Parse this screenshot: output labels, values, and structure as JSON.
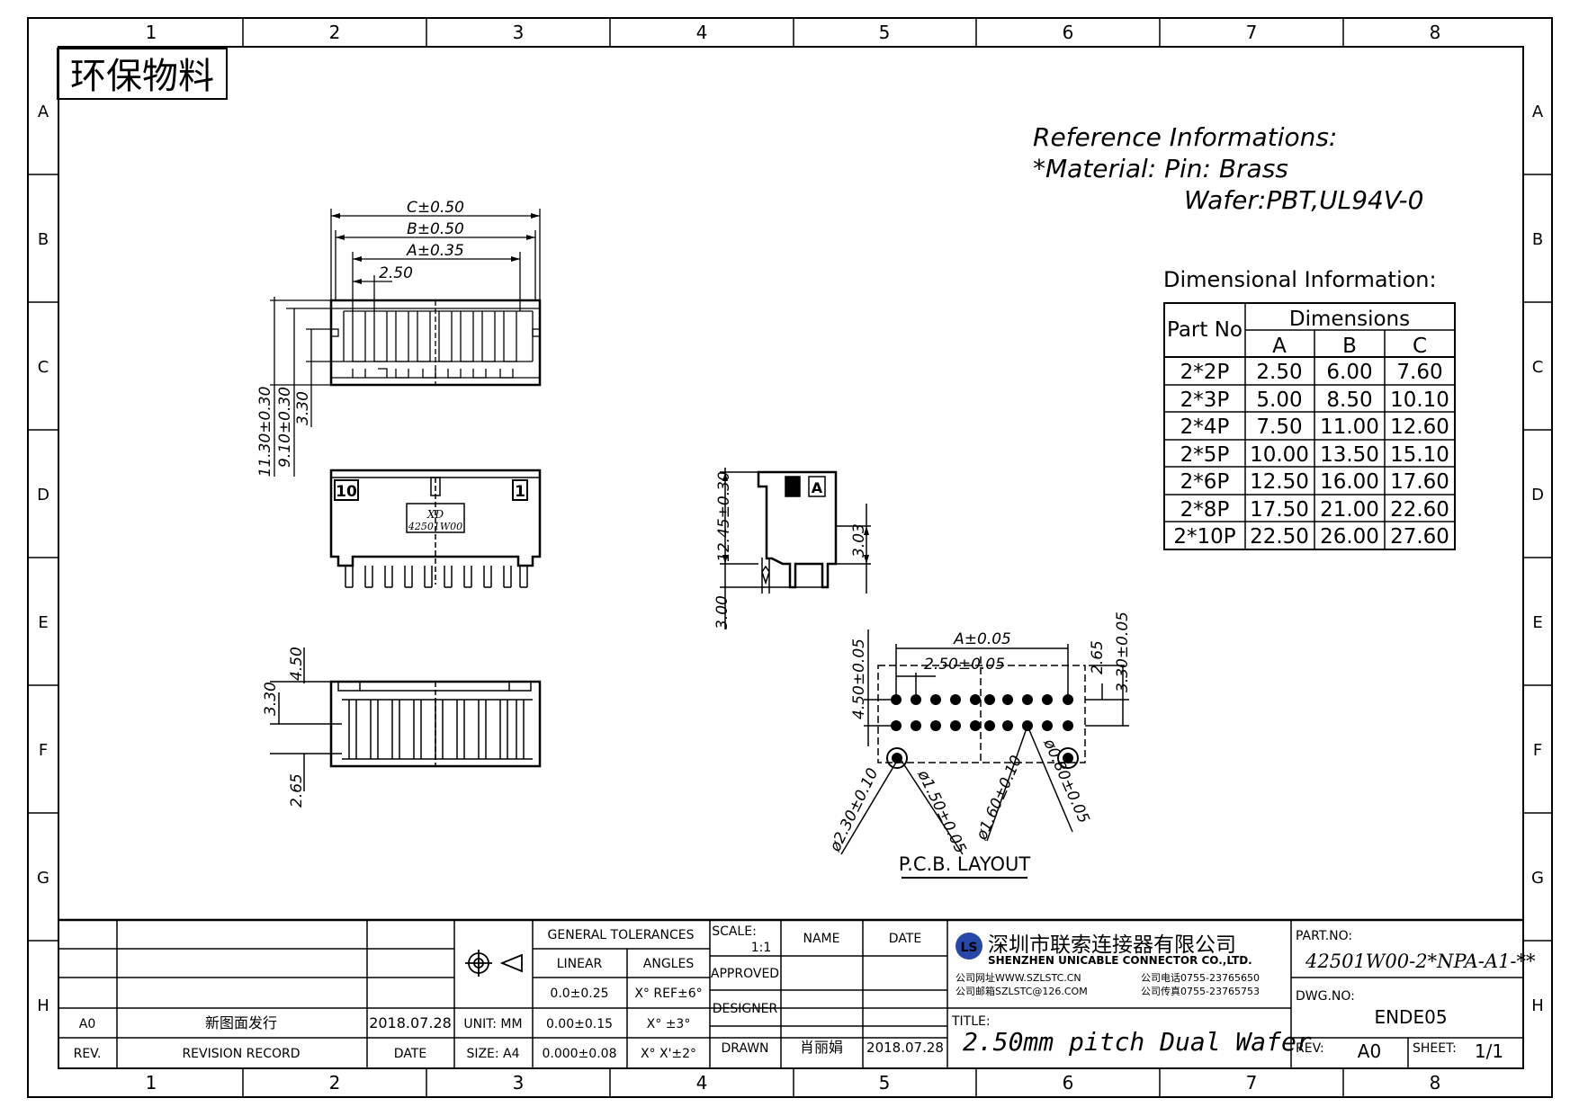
{
  "border": {
    "columns": [
      "1",
      "2",
      "3",
      "4",
      "5",
      "6",
      "7",
      "8"
    ],
    "rows": [
      "A",
      "B",
      "C",
      "D",
      "E",
      "F",
      "G",
      "H"
    ]
  },
  "stamp": "环保物料",
  "reference": {
    "line1": "Reference Informations:",
    "line2": "*Material: Pin: Brass",
    "line3": "Wafer:PBT,UL94V-0"
  },
  "dim_title": "Dimensional Information:",
  "dim_table": {
    "part_header": "Part No",
    "dims_header": "Dimensions",
    "cols": [
      "A",
      "B",
      "C"
    ],
    "rows": [
      {
        "part": "2*2P",
        "a": "2.50",
        "b": "6.00",
        "c": "7.60"
      },
      {
        "part": "2*3P",
        "a": "5.00",
        "b": "8.50",
        "c": "10.10"
      },
      {
        "part": "2*4P",
        "a": "7.50",
        "b": "11.00",
        "c": "12.60"
      },
      {
        "part": "2*5P",
        "a": "10.00",
        "b": "13.50",
        "c": "15.10"
      },
      {
        "part": "2*6P",
        "a": "12.50",
        "b": "16.00",
        "c": "17.60"
      },
      {
        "part": "2*8P",
        "a": "17.50",
        "b": "21.00",
        "c": "22.60"
      },
      {
        "part": "2*10P",
        "a": "22.50",
        "b": "26.00",
        "c": "27.60"
      }
    ]
  },
  "top_view": {
    "c": "C±0.50",
    "b": "B±0.50",
    "a": "A±0.35",
    "pitch": "2.50",
    "h1": "11.30±0.30",
    "h2": "9.10±0.30",
    "h3": "3.30"
  },
  "front_view": {
    "pin_left": "10",
    "pin_right": "1",
    "brand": "XD",
    "model": "42501W00"
  },
  "side_view": {
    "h": "12.45±0.30",
    "b_label": "B",
    "a_label": "A",
    "d1": "3.03",
    "d2": "3.00"
  },
  "bottom_view": {
    "d1": "4.50",
    "d2": "3.30",
    "d3": "2.65"
  },
  "pcb": {
    "a": "A±0.05",
    "pitch": "2.50±0.05",
    "h1": "4.50±0.05",
    "h2": "2.65",
    "h3": "3.30±0.05",
    "hole1": "ø2.30±0.10",
    "hole2": "ø1.50±0.05",
    "hole3": "ø1.60±0.10",
    "hole4": "ø0.80±0.05",
    "label": "P.C.B. LAYOUT"
  },
  "title_block": {
    "general_tol": "GENERAL TOLERANCES",
    "linear": "LINEAR",
    "angles": "ANGLES",
    "lin1": "0.0±0.25",
    "ang1": "X° REF±6°",
    "lin2": "0.00±0.15",
    "ang2": "X° ±3°",
    "lin3": "0.000±0.08",
    "ang3": "X° X'±2°",
    "unit": "UNIT: MM",
    "size": "SIZE: A4",
    "scale_lbl": "SCALE:",
    "scale_val": "1:1",
    "name": "NAME",
    "date": "DATE",
    "approved": "APPROVED",
    "designer": "DESIGNER",
    "drawn": "DRAWN",
    "drawn_name": "肖丽娟",
    "drawn_date": "2018.07.28",
    "rev_code": "A0",
    "rev_text": "新图面发行",
    "rev_date": "2018.07.28",
    "rev_hdr": "REV.",
    "record_hdr": "REVISION RECORD",
    "date_hdr": "DATE",
    "company_cn": "深圳市联索连接器有限公司",
    "company_en": "SHENZHEN UNICABLE CONNECTOR CO.,LTD.",
    "web": "公司网址WWW.SZLSTC.CN",
    "tel": "公司电话0755-23765650",
    "mail": "公司邮箱SZLSTC@126.COM",
    "fax": "公司传真0755-23765753",
    "logo": "LS",
    "part_lbl": "PART.NO:",
    "part_no": "42501W00-2*NPA-A1-**",
    "dwg_lbl": "DWG.NO:",
    "dwg_no": "ENDE05",
    "title_lbl": "TITLE:",
    "title": "2.50mm pitch Dual Wafer",
    "rev_lbl": "REV:",
    "rev_val": "A0",
    "sheet_lbl": "SHEET:",
    "sheet_val": "1/1"
  }
}
